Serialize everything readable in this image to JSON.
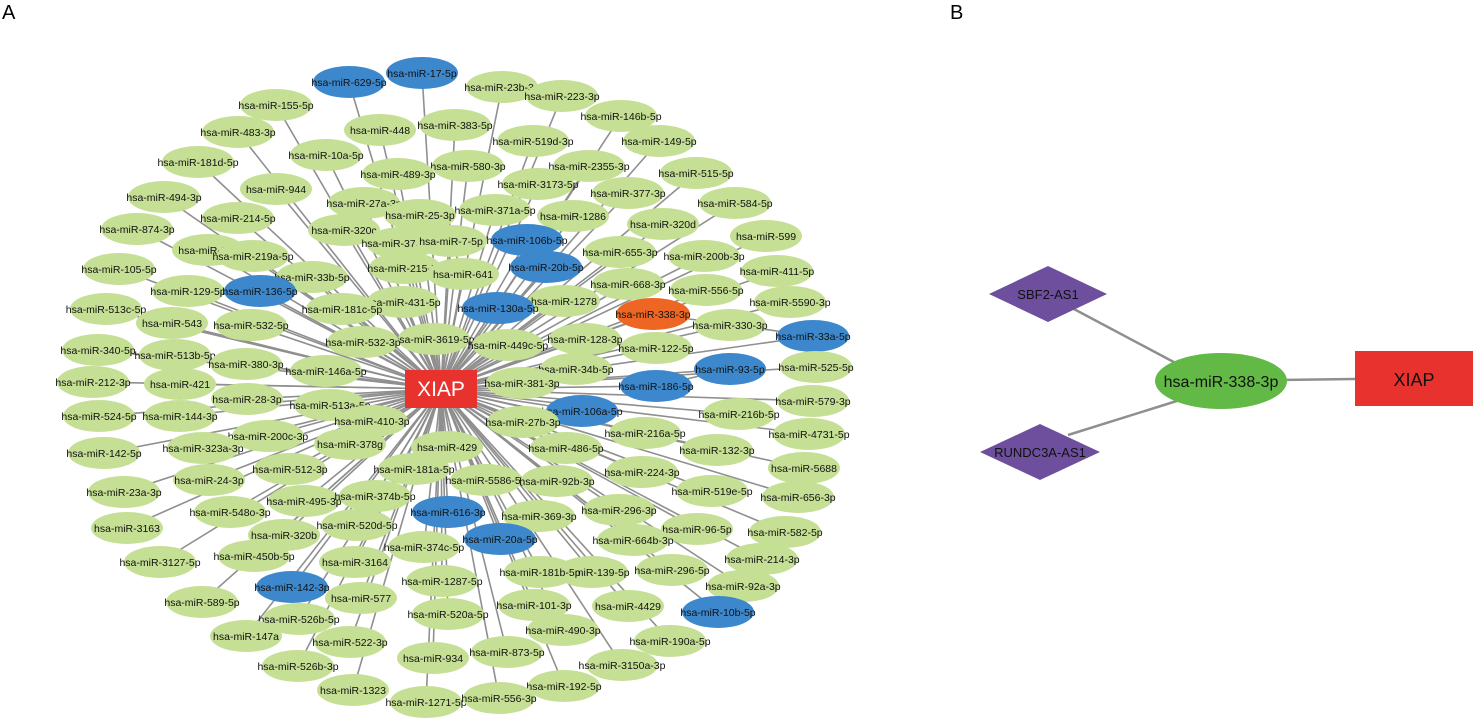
{
  "panels": {
    "a": "A",
    "b": "B"
  },
  "colors": {
    "normal": "#c5df95",
    "highlight": "#3d88cc",
    "selected": "#ee6624",
    "hub": "#e8322e",
    "edge": "#8f8f8f",
    "lnc": "#6d4f9d",
    "mir_b": "#62b946"
  },
  "network_a": {
    "hub": "XIAP",
    "nodes": [
      {
        "label": "hsa-miR-629-5p",
        "t": "h"
      },
      {
        "label": "hsa-miR-17-5p",
        "t": "h"
      },
      {
        "label": "hsa-miR-23b-3p"
      },
      {
        "label": "hsa-miR-155-5p"
      },
      {
        "label": "hsa-miR-223-3p"
      },
      {
        "label": "hsa-miR-448"
      },
      {
        "label": "hsa-miR-383-5p"
      },
      {
        "label": "hsa-miR-146b-5p"
      },
      {
        "label": "hsa-miR-483-3p"
      },
      {
        "label": "hsa-miR-519d-3p"
      },
      {
        "label": "hsa-miR-149-5p"
      },
      {
        "label": "hsa-miR-10a-5p"
      },
      {
        "label": "hsa-miR-181d-5p"
      },
      {
        "label": "hsa-miR-580-3p"
      },
      {
        "label": "hsa-miR-2355-3p"
      },
      {
        "label": "hsa-miR-489-3p"
      },
      {
        "label": "hsa-miR-515-5p"
      },
      {
        "label": "hsa-miR-944"
      },
      {
        "label": "hsa-miR-3173-5p"
      },
      {
        "label": "hsa-miR-494-3p"
      },
      {
        "label": "hsa-miR-377-3p"
      },
      {
        "label": "hsa-miR-27a-3p"
      },
      {
        "label": "hsa-miR-584-5p"
      },
      {
        "label": "hsa-miR-371a-5p"
      },
      {
        "label": "hsa-miR-214-5p"
      },
      {
        "label": "hsa-miR-25-3p"
      },
      {
        "label": "hsa-miR-1286"
      },
      {
        "label": "hsa-miR-874-3p"
      },
      {
        "label": "hsa-miR-320d"
      },
      {
        "label": "hsa-miR-320c"
      },
      {
        "label": "hsa-miR-106b-5p",
        "t": "h"
      },
      {
        "label": "hsa-miR-599"
      },
      {
        "label": "hsa-miR-374a-5p"
      },
      {
        "label": "hsa-miR-7-5p"
      },
      {
        "label": "hsa-miR-23c"
      },
      {
        "label": "hsa-miR-655-3p"
      },
      {
        "label": "hsa-miR-219a-5p"
      },
      {
        "label": "hsa-miR-200b-3p"
      },
      {
        "label": "hsa-miR-20b-5p",
        "t": "h"
      },
      {
        "label": "hsa-miR-105-5p"
      },
      {
        "label": "hsa-miR-215-5p"
      },
      {
        "label": "hsa-miR-411-5p"
      },
      {
        "label": "hsa-miR-641"
      },
      {
        "label": "hsa-miR-33b-5p"
      },
      {
        "label": "hsa-miR-668-3p"
      },
      {
        "label": "hsa-miR-129-5p"
      },
      {
        "label": "hsa-miR-136-5p",
        "t": "h"
      },
      {
        "label": "hsa-miR-556-5p"
      },
      {
        "label": "hsa-miR-431-5p"
      },
      {
        "label": "hsa-miR-5590-3p"
      },
      {
        "label": "hsa-miR-1278"
      },
      {
        "label": "hsa-miR-513c-5p"
      },
      {
        "label": "hsa-miR-181c-5p"
      },
      {
        "label": "hsa-miR-130a-5p",
        "t": "h"
      },
      {
        "label": "hsa-miR-338-3p",
        "t": "s"
      },
      {
        "label": "hsa-miR-543"
      },
      {
        "label": "hsa-miR-532-5p"
      },
      {
        "label": "hsa-miR-330-3p"
      },
      {
        "label": "hsa-miR-3619-5p"
      },
      {
        "label": "hsa-miR-33a-5p",
        "t": "h"
      },
      {
        "label": "hsa-miR-128-3p"
      },
      {
        "label": "hsa-miR-532-3p"
      },
      {
        "label": "hsa-miR-449c-5p"
      },
      {
        "label": "hsa-miR-340-5p"
      },
      {
        "label": "hsa-miR-122-5p"
      },
      {
        "label": "hsa-miR-513b-5p"
      },
      {
        "label": "hsa-miR-380-3p"
      },
      {
        "label": "hsa-miR-93-5p",
        "t": "h"
      },
      {
        "label": "hsa-miR-525-5p"
      },
      {
        "label": "hsa-miR-146a-5p"
      },
      {
        "label": "hsa-miR-34b-5p"
      },
      {
        "label": "hsa-miR-212-3p"
      },
      {
        "label": "hsa-miR-381-3p"
      },
      {
        "label": "hsa-miR-421"
      },
      {
        "label": "hsa-miR-186-5p",
        "t": "h"
      },
      {
        "label": "hsa-miR-28-3p"
      },
      {
        "label": "hsa-miR-579-3p"
      },
      {
        "label": "hsa-miR-513a-5p"
      },
      {
        "label": "hsa-miR-524-5p"
      },
      {
        "label": "hsa-miR-144-3p"
      },
      {
        "label": "hsa-miR-106a-5p",
        "t": "h"
      },
      {
        "label": "hsa-miR-216b-5p"
      },
      {
        "label": "hsa-miR-410-3p"
      },
      {
        "label": "hsa-miR-27b-3p"
      },
      {
        "label": "hsa-miR-4731-5p"
      },
      {
        "label": "hsa-miR-200c-3p"
      },
      {
        "label": "hsa-miR-216a-5p"
      },
      {
        "label": "hsa-miR-323a-3p"
      },
      {
        "label": "hsa-miR-378g"
      },
      {
        "label": "hsa-miR-429"
      },
      {
        "label": "hsa-miR-142-5p"
      },
      {
        "label": "hsa-miR-486-5p"
      },
      {
        "label": "hsa-miR-132-3p"
      },
      {
        "label": "hsa-miR-5688"
      },
      {
        "label": "hsa-miR-512-3p"
      },
      {
        "label": "hsa-miR-181a-5p"
      },
      {
        "label": "hsa-miR-224-3p"
      },
      {
        "label": "hsa-miR-24-3p"
      },
      {
        "label": "hsa-miR-23a-3p"
      },
      {
        "label": "hsa-miR-5586-5p"
      },
      {
        "label": "hsa-miR-92b-3p"
      },
      {
        "label": "hsa-miR-519e-5p"
      },
      {
        "label": "hsa-miR-495-3p"
      },
      {
        "label": "hsa-miR-374b-5p"
      },
      {
        "label": "hsa-miR-656-3p"
      },
      {
        "label": "hsa-miR-548o-3p"
      },
      {
        "label": "hsa-miR-616-3p",
        "t": "h"
      },
      {
        "label": "hsa-miR-296-3p"
      },
      {
        "label": "hsa-miR-3163"
      },
      {
        "label": "hsa-miR-369-3p"
      },
      {
        "label": "hsa-miR-520d-5p"
      },
      {
        "label": "hsa-miR-96-5p"
      },
      {
        "label": "hsa-miR-582-5p"
      },
      {
        "label": "hsa-miR-320b"
      },
      {
        "label": "hsa-miR-20a-5p",
        "t": "h"
      },
      {
        "label": "hsa-miR-664b-3p"
      },
      {
        "label": "hsa-miR-3127-5p"
      },
      {
        "label": "hsa-miR-374c-5p"
      },
      {
        "label": "hsa-miR-450b-5p"
      },
      {
        "label": "hsa-miR-214-3p"
      },
      {
        "label": "hsa-miR-3164"
      },
      {
        "label": "hsa-miR-139-5p"
      },
      {
        "label": "hsa-miR-181b-5p"
      },
      {
        "label": "hsa-miR-296-5p"
      },
      {
        "label": "hsa-miR-92a-3p"
      },
      {
        "label": "hsa-miR-142-3p",
        "t": "h"
      },
      {
        "label": "hsa-miR-1287-5p"
      },
      {
        "label": "hsa-miR-589-5p"
      },
      {
        "label": "hsa-miR-577"
      },
      {
        "label": "hsa-miR-101-3p"
      },
      {
        "label": "hsa-miR-4429"
      },
      {
        "label": "hsa-miR-10b-5p",
        "t": "h"
      },
      {
        "label": "hsa-miR-526b-5p"
      },
      {
        "label": "hsa-miR-520a-5p"
      },
      {
        "label": "hsa-miR-147a"
      },
      {
        "label": "hsa-miR-490-3p"
      },
      {
        "label": "hsa-miR-190a-5p"
      },
      {
        "label": "hsa-miR-522-3p"
      },
      {
        "label": "hsa-miR-934"
      },
      {
        "label": "hsa-miR-873-5p"
      },
      {
        "label": "hsa-miR-526b-3p"
      },
      {
        "label": "hsa-miR-3150a-3p"
      },
      {
        "label": "hsa-miR-1323"
      },
      {
        "label": "hsa-miR-192-5p"
      },
      {
        "label": "hsa-miR-1271-5p"
      },
      {
        "label": "hsa-miR-556-3p"
      }
    ]
  },
  "network_b": {
    "lnc1": "SBF2-AS1",
    "lnc2": "RUNDC3A-AS1",
    "mirna": "hsa-miR-338-3p",
    "target": "XIAP"
  }
}
